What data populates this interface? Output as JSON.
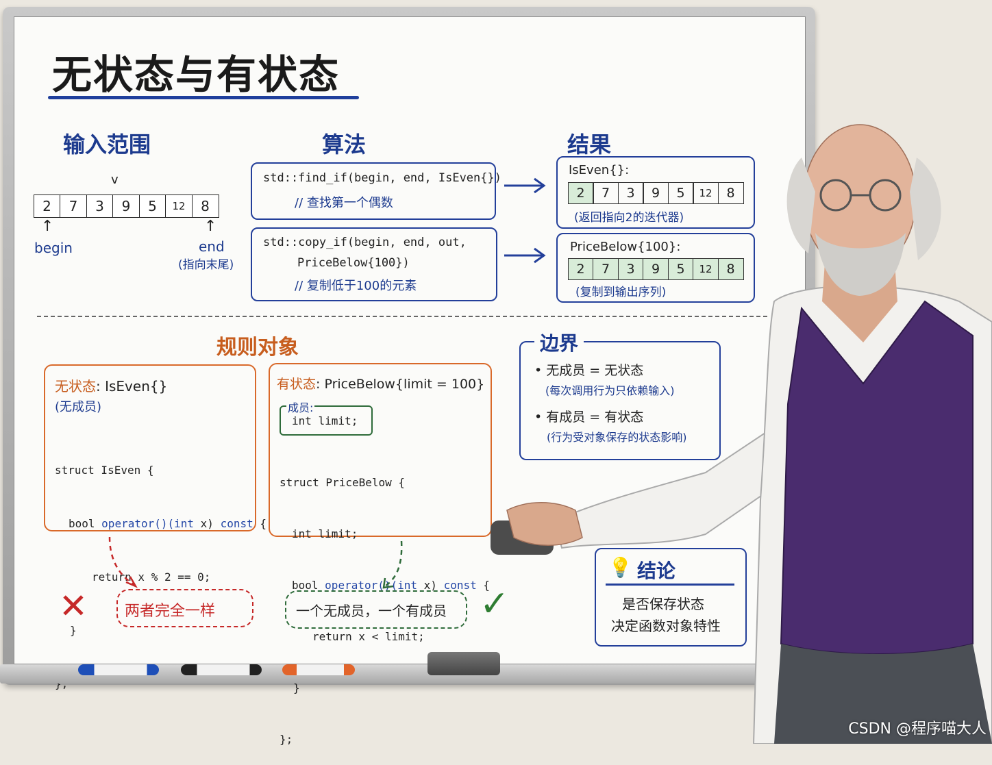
{
  "title": "无状态与有状态",
  "sections": {
    "input": "输入范围",
    "algorithm": "算法",
    "result": "结果",
    "rules": "规则对象",
    "boundary": "边界"
  },
  "input": {
    "vector_label": "v",
    "values": [
      "2",
      "7",
      "3",
      "9",
      "5",
      "12",
      "8"
    ],
    "begin_label": "begin",
    "end_label": "end",
    "end_note": "(指向末尾)"
  },
  "algorithms": {
    "find_if_line1": "std::find_if(begin, end, IsEven{})",
    "find_if_comment": "// 查找第一个偶数",
    "copy_if_line1": "std::copy_if(begin, end, out,",
    "copy_if_line2": "PriceBelow{100})",
    "copy_if_comment": "// 复制低于100的元素"
  },
  "results": {
    "iseven_label": "IsEven{}:",
    "iseven_note": "(返回指向2的迭代器)",
    "pricebelow_label": "PriceBelow{100}:",
    "pricebelow_note": "(复制到输出序列)"
  },
  "stateless": {
    "heading_key": "无状态",
    "heading_value": ": IsEven{}",
    "subtitle": "(无成员)",
    "code_line1": "struct IsEven {",
    "code_line2_a": "bool ",
    "code_line2_b": "operator()(int",
    "code_line2_c": " x) ",
    "code_line2_d": "const",
    "code_line2_e": " {",
    "code_line3": "return x % 2 == 0;",
    "code_line4": "}",
    "code_line5": "};"
  },
  "stateful": {
    "heading_key": "有状态",
    "heading_value": ": PriceBelow{limit = 100}",
    "member_label": "成员:",
    "member_code": "int limit;",
    "code_line1": "struct PriceBelow {",
    "code_line2": "int limit;",
    "code_line3_a": "bool ",
    "code_line3_b": "operator()(int",
    "code_line3_c": " x) ",
    "code_line3_d": "const",
    "code_line3_e": " {",
    "code_line4": "return x < limit;",
    "code_line5": "}",
    "code_line6": "};"
  },
  "boundary": {
    "item1": "无成员 = 无状态",
    "item1_note": "(每次调用行为只依赖输入)",
    "item2": "有成员 = 有状态",
    "item2_note": "(行为受对象保存的状态影响)"
  },
  "verdicts": {
    "wrong": "两者完全一样",
    "right": "一个无成员，一个有成员"
  },
  "conclusion": {
    "title": "结论",
    "line1": "是否保存状态",
    "line2": "决定函数对象特性"
  },
  "watermark": "CSDN @程序喵大人",
  "colors": {
    "ink_blue": "#1c3a8e",
    "ink_orange": "#c75d1e",
    "ink_red": "#c62828",
    "ink_green": "#2e7d32",
    "vest_purple": "#4a2c6e"
  }
}
